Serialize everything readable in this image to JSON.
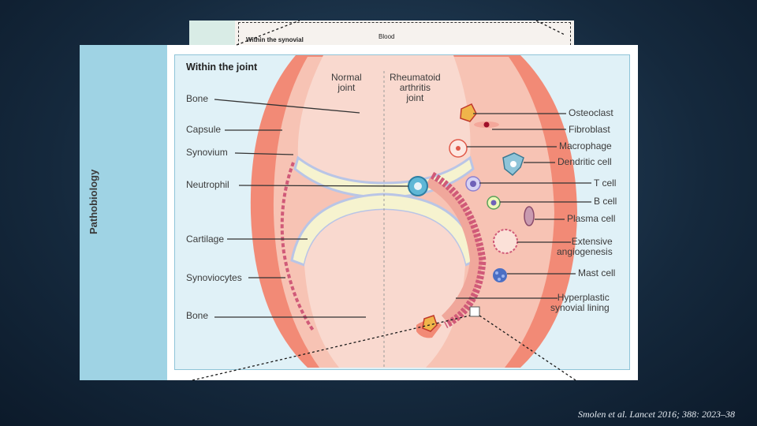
{
  "background_figure": {
    "title": "Within the synovial",
    "blood_label": "Blood"
  },
  "figure": {
    "sidebar_label": "Pathobiology",
    "title": "Within the joint",
    "column_normal": "Normal\njoint",
    "column_ra": "Rheumatoid\narthritis\njoint",
    "left_labels": [
      "Bone",
      "Capsule",
      "Synovium",
      "Neutrophil",
      "Cartilage",
      "Synoviocytes",
      "Bone"
    ],
    "right_labels": [
      "Osteoclast",
      "Fibroblast",
      "Macrophage",
      "Dendritic cell",
      "T cell",
      "B cell",
      "Plasma cell",
      "Extensive\nangiogenesis",
      "Mast cell",
      "Hyperplastic\nsynovial lining"
    ],
    "colors": {
      "capsule": "#f28a76",
      "bone": "#f9d9cf",
      "cartilage": "#f6f3cf",
      "cartilage_edge": "#b9c5e6",
      "synovium_cells": "#d05a78",
      "sidebar": "#9fd3e4",
      "frame_bg": "#e0f1f7"
    }
  },
  "citation": "Smolen et al. Lancet 2016; 388: 2023–38"
}
